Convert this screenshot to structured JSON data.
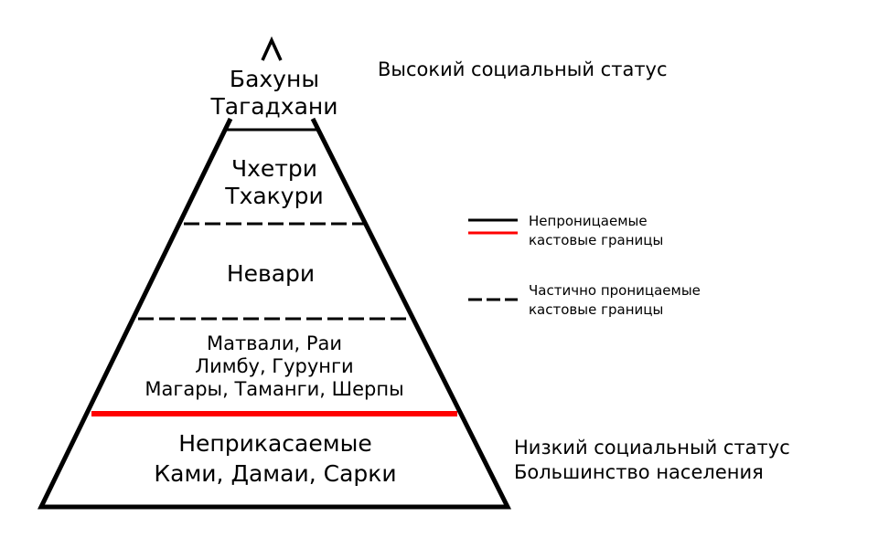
{
  "diagram": {
    "title": "Caste hierarchy pyramid",
    "tiers": [
      {
        "lines": [
          "Бахуны",
          "Тагадхани"
        ]
      },
      {
        "lines": [
          "Чхетри",
          "Тхакури"
        ]
      },
      {
        "lines": [
          "Невари"
        ]
      },
      {
        "lines": [
          "Матвали, Раи",
          "Лимбу, Гурунги",
          "Магары, Таманги, Шерпы"
        ]
      },
      {
        "lines": [
          "Неприкасаемые",
          "Ками, Дамаи, Сарки"
        ]
      }
    ],
    "boundaries": [
      {
        "between": "Бахуны/Чхетри",
        "style": "solid",
        "color": "#000000"
      },
      {
        "between": "Чхетри/Невари",
        "style": "dashed",
        "color": "#000000"
      },
      {
        "between": "Невари/Матвали",
        "style": "dashed",
        "color": "#000000"
      },
      {
        "between": "Матвали/Неприкасаемые",
        "style": "solid",
        "color": "#ff0000"
      }
    ],
    "annotations": {
      "top": "Высокий социальный статус",
      "bottom_line1": "Низкий социальный статус",
      "bottom_line2": "Большинство населения"
    },
    "legend": [
      {
        "lines": [
          "Непроницаемые",
          "кастовые границы"
        ],
        "swatches": [
          "#000000",
          "#ff0000"
        ],
        "style": "solid"
      },
      {
        "lines": [
          "Частично проницаемые",
          "кастовые границы"
        ],
        "swatches": [
          "#000000"
        ],
        "style": "dashed"
      }
    ],
    "colors": {
      "stroke": "#000000",
      "accent": "#ff0000",
      "background": "#ffffff"
    }
  }
}
